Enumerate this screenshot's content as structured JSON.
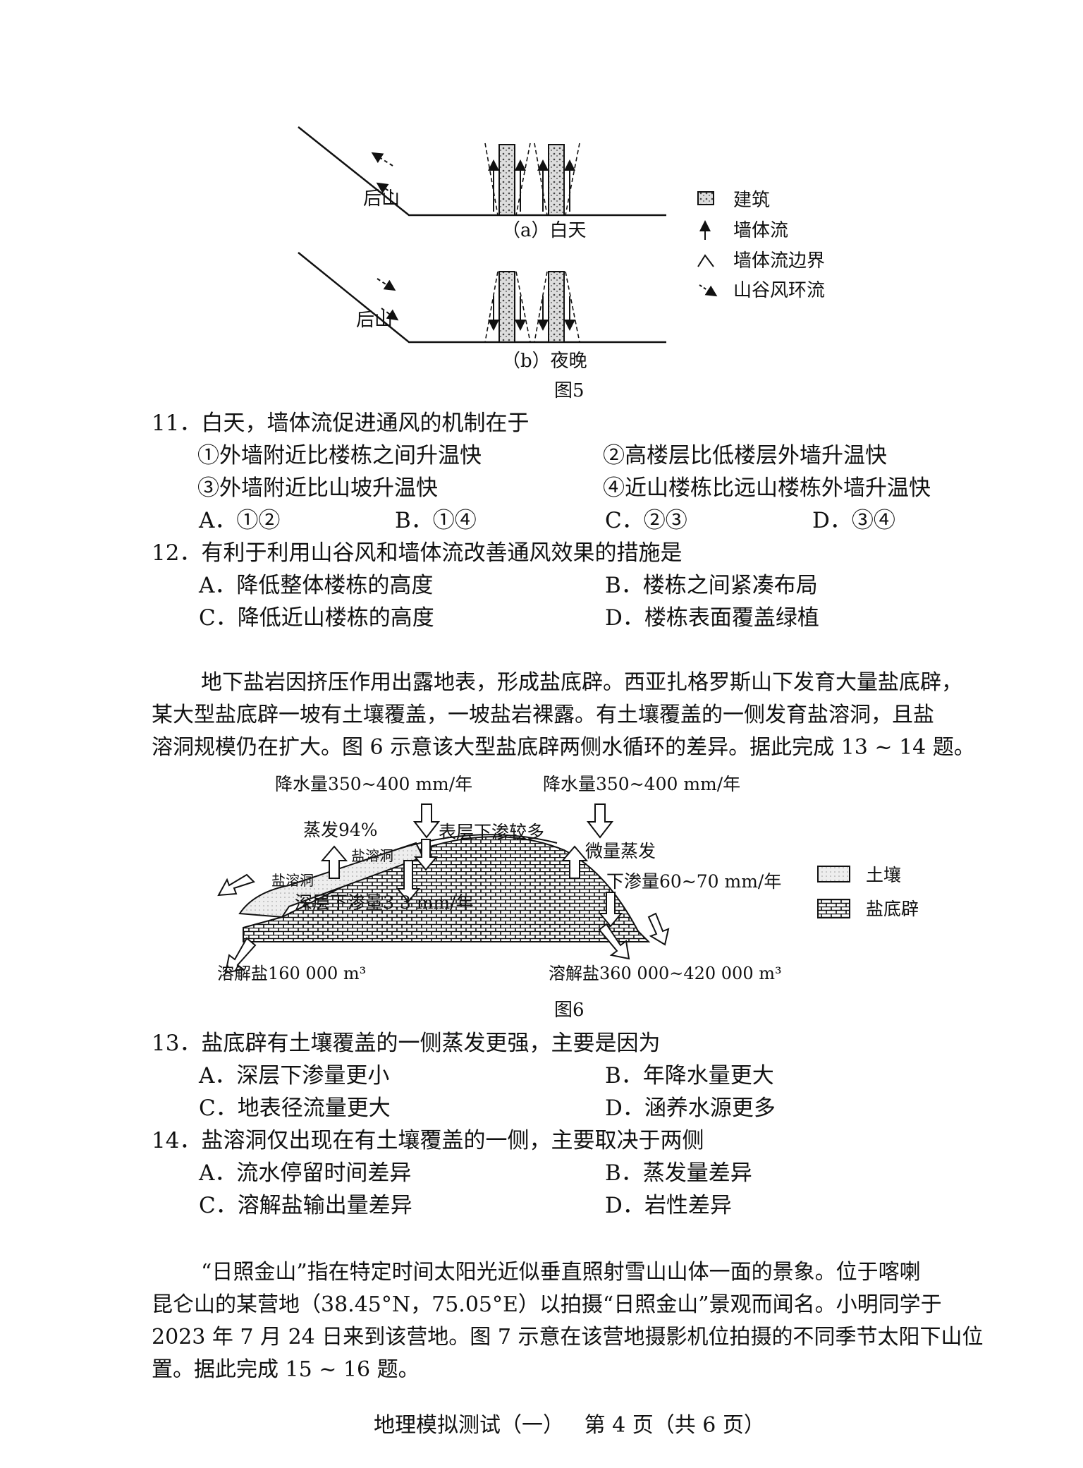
{
  "figure5": {
    "label_mountain_a": "后山",
    "label_mountain_b": "后山",
    "caption_a": "（a）白天",
    "caption_b": "（b）夜晚",
    "title": "图5",
    "legend": [
      "建筑",
      "墙体流",
      "墙体流边界",
      "山谷风环流"
    ]
  },
  "q11": {
    "stem": "11．白天，墙体流促进通风的机制在于",
    "items": [
      "①外墙附近比楼栋之间升温快",
      "②高楼层比低楼层外墙升温快",
      "③外墙附近比山坡升温快",
      "④近山楼栋比远山楼栋外墙升温快"
    ],
    "options": [
      "A．①②",
      "B．①④",
      "C．②③",
      "D．③④"
    ]
  },
  "q12": {
    "stem": "12．有利于利用山谷风和墙体流改善通风效果的措施是",
    "options": [
      "A．降低整体楼栋的高度",
      "B．楼栋之间紧凑布局",
      "C．降低近山楼栋的高度",
      "D．楼栋表面覆盖绿植"
    ]
  },
  "passage2": [
    "地下盐岩因挤压作用出露地表，形成盐底辟。西亚扎格罗斯山下发育大量盐底辟，",
    "某大型盐底辟一坡有土壤覆盖，一坡盐岩裸露。有土壤覆盖的一侧发育盐溶洞，且盐",
    "溶洞规模仍在扩大。图 6 示意该大型盐底辟两侧水循环的差异。据此完成 13 ~ 14 题。"
  ],
  "figure6": {
    "precip_left": "降水量350~400 mm/年",
    "precip_right": "降水量350~400 mm/年",
    "evap_left": "蒸发94%",
    "surface_infil": "表层下渗较多",
    "evap_right": "微量蒸发",
    "cave_upper": "盐溶洞",
    "cave_lower": "盐溶洞",
    "infil_right": "下渗量60~70 mm/年",
    "deep_infil": "深层下渗量3.3 mm/年",
    "salt_left": "溶解盐160 000 m³",
    "salt_right": "溶解盐360 000~420 000 m³",
    "legend": [
      "土壤",
      "盐底辟"
    ],
    "title": "图6"
  },
  "q13": {
    "stem": "13．盐底辟有土壤覆盖的一侧蒸发更强，主要是因为",
    "options": [
      "A．深层下渗量更小",
      "B．年降水量更大",
      "C．地表径流量更大",
      "D．涵养水源更多"
    ]
  },
  "q14": {
    "stem": "14．盐溶洞仅出现在有土壤覆盖的一侧，主要取决于两侧",
    "options": [
      "A．流水停留时间差异",
      "B．蒸发量差异",
      "C．溶解盐输出量差异",
      "D．岩性差异"
    ]
  },
  "passage3": [
    "“日照金山”指在特定时间太阳光近似垂直照射雪山山体一面的景象。位于喀喇",
    "昆仑山的某营地（38.45°N，75.05°E）以拍摄“日照金山”景观而闻名。小明同学于",
    "2023 年 7 月 24 日来到该营地。图 7 示意在该营地摄影机位拍摄的不同季节太阳下山位",
    "置。据此完成 15 ~ 16 题。"
  ],
  "footer": "地理模拟测试（一）   第 4 页（共 6 页）"
}
